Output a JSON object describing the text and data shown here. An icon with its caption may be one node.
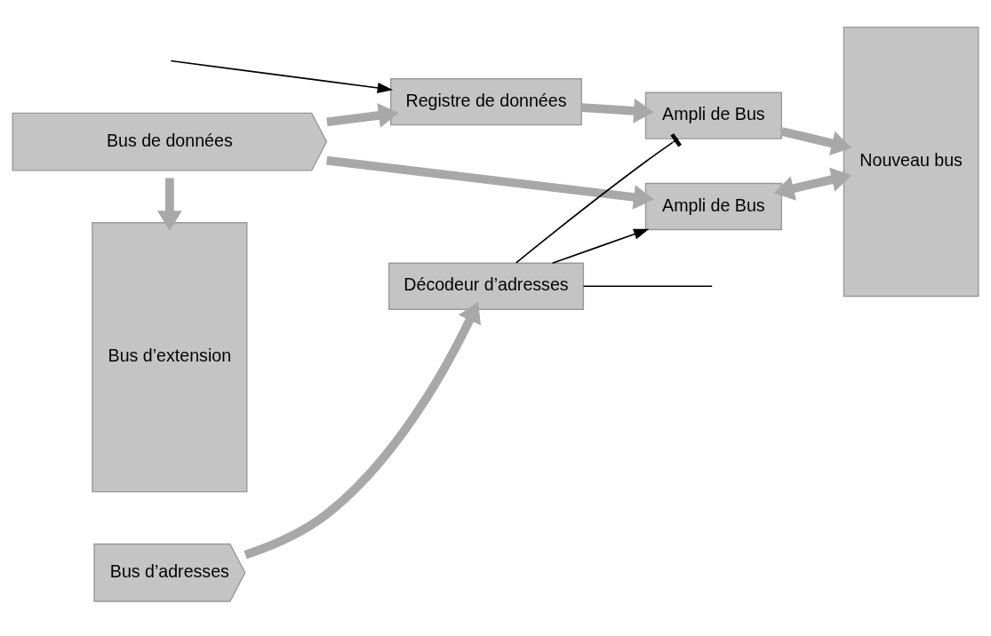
{
  "diagram": {
    "nodes": [
      {
        "text": [
          "Bus d’extension"
        ]
      },
      {
        "text": [
          "Nouveau bus"
        ]
      },
      {
        "text": [
          "Bus de données"
        ]
      },
      {
        "text": [
          "Ampli de Bus"
        ]
      },
      {
        "text": [
          "Bus d’adresses"
        ]
      },
      {
        "text": [
          "Décodeur d’adresses"
        ]
      },
      {
        "text": [
          "Registre de données"
        ]
      },
      {
        "text": [
          "Ampli de Bus"
        ]
      }
    ],
    "edges": [
      {
        "from": 2,
        "to": 0,
        "arrow": "to"
      },
      {
        "from": 2,
        "to": 3,
        "arrow": "to"
      },
      {
        "from": 3,
        "to": 1,
        "arrow": "both"
      },
      {
        "from": 2,
        "to": 6,
        "arrow": "to"
      },
      {
        "from": 4,
        "to": 5,
        "arrow": "to"
      },
      {
        "from": 6,
        "to": 7,
        "arrow": "to"
      },
      {
        "from": 7,
        "to": 1,
        "arrow": "to"
      },
      {
        "from": 5,
        "to": 3,
        "arrow": "to",
        "color": "#000000"
      },
      {
        "from": 5,
        "to": 7,
        "arrow": "other",
        "color": "#000000"
      },
      {
        "from": null,
        "to": 6,
        "arrow": "to",
        "color": "#000000"
      },
      {
        "from": 5,
        "to": null,
        "arrow": "none",
        "color": "#000000"
      }
    ]
  }
}
